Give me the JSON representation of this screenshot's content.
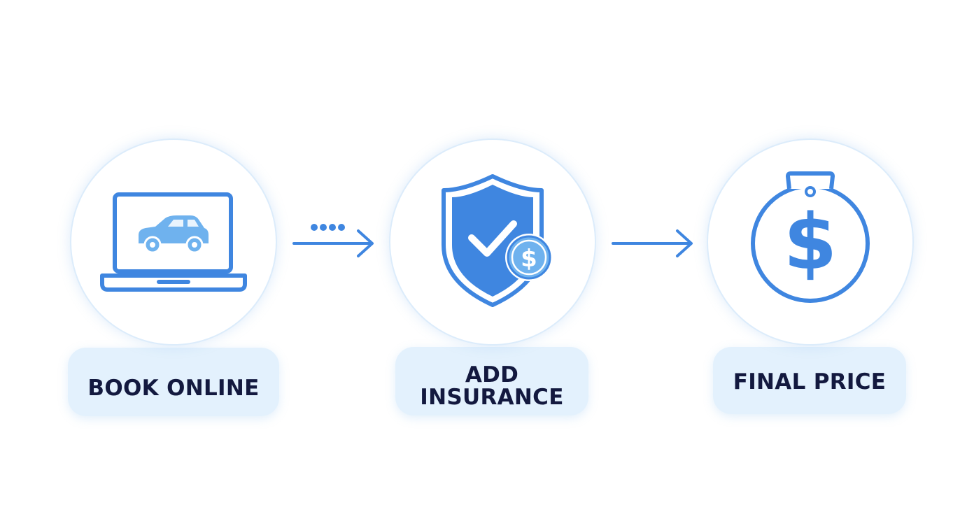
{
  "steps": [
    {
      "label": "BOOK ONLINE",
      "icon": "laptop-car-icon"
    },
    {
      "label_line1": "ADD",
      "label_line2": "INSURANCE",
      "icon": "shield-check-dollar-icon"
    },
    {
      "label": "FINAL PRICE",
      "icon": "money-bag-dollar-icon"
    }
  ],
  "connectors": [
    {
      "icon": "dotted-arrow-right-icon"
    },
    {
      "icon": "arrow-right-icon"
    }
  ],
  "colors": {
    "primary": "#3f86e0",
    "light": "#6fb2ee",
    "label_bg": "#e3f1fd",
    "label_text": "#13193f",
    "circle_border": "#dcecfb"
  },
  "symbols": {
    "dollar": "$"
  }
}
